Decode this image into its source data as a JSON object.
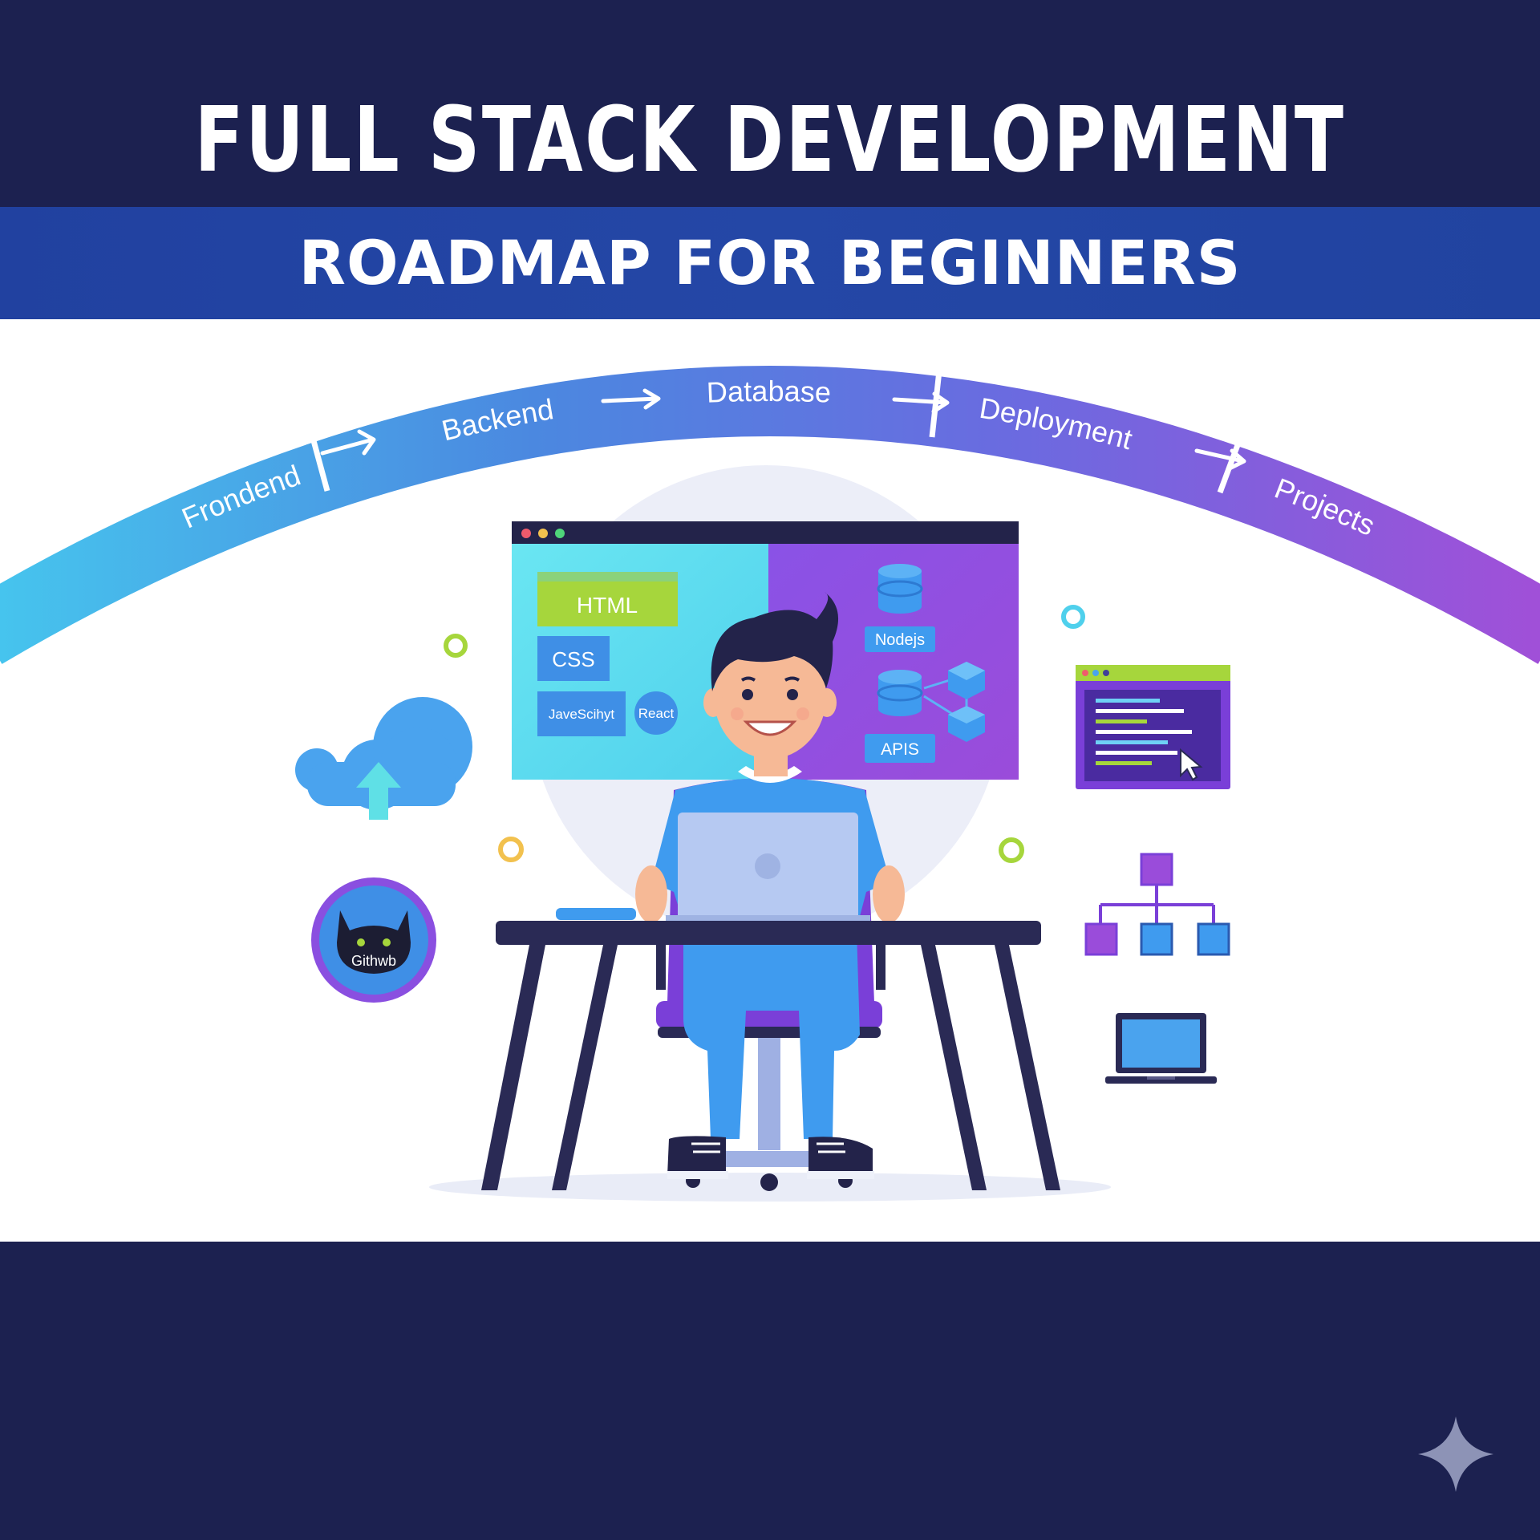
{
  "header": {
    "title": "FULL STACK DEVELOPMENT",
    "subtitle": "ROADMAP FOR BEGINNERS"
  },
  "roadmap": {
    "steps": [
      "Frondend",
      "Backend",
      "Database",
      "Deployment",
      "Projects"
    ]
  },
  "screen": {
    "frontend_items": [
      "HTML",
      "CSS",
      "JaveScihyt",
      "React"
    ],
    "backend_items": [
      "Nodejs",
      "APIS"
    ]
  },
  "badges": {
    "github": "Githwb"
  },
  "colors": {
    "navy": "#1c2150",
    "band_blue": "#2447a6",
    "arc_start": "#46c6ee",
    "arc_end": "#a24fd8",
    "frontend_panel": "#5ee0ef",
    "backend_panel": "#8a4fe0",
    "accent_green": "#a6d63c",
    "shirt_blue": "#3f9bef",
    "chair_purple": "#7a3fd8"
  },
  "icons": [
    "cloud-upload-icon",
    "github-cat-icon",
    "code-window-icon",
    "sitemap-icon",
    "laptop-icon",
    "database-icon",
    "sparkle-icon"
  ]
}
